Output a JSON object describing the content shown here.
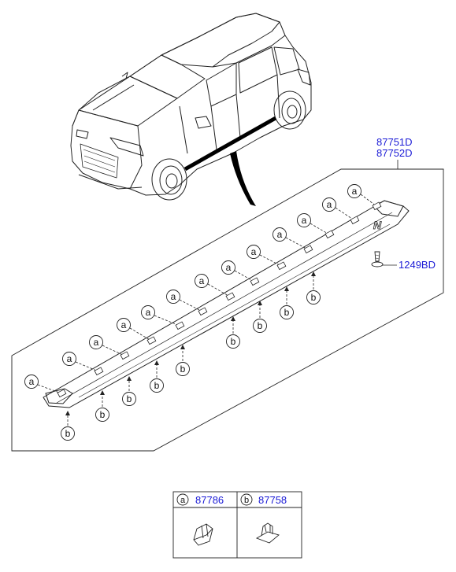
{
  "assembly": {
    "part_top": "87751D",
    "part_bottom": "87752D"
  },
  "screw": {
    "part": "1249BD"
  },
  "callouts": {
    "a": "a",
    "b": "b"
  },
  "legend": {
    "a_letter": "a",
    "a_part": "87786",
    "b_letter": "b",
    "b_part": "87758"
  },
  "badge": {
    "text": "N"
  },
  "colors": {
    "part_number": "#1a1ad6",
    "line": "#222222"
  }
}
